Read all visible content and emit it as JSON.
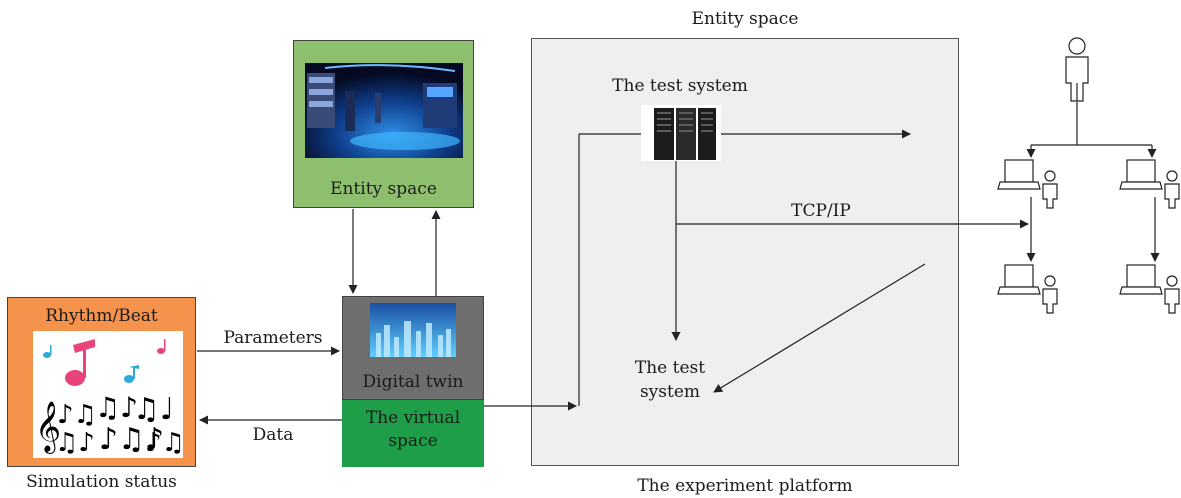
{
  "top_label": "Entity space",
  "bottom_label": "The experiment platform",
  "rhythm_box": {
    "title": "Rhythm/Beat",
    "caption": "Simulation status"
  },
  "entity_box": {
    "label": "Entity space"
  },
  "twin_box": {
    "label": "Digital twin",
    "virtual_label": "The virtual\nspace"
  },
  "platform": {
    "server_label": "The test system",
    "target_label": "The test\nsystem",
    "protocol_label": "TCP/IP"
  },
  "edges": {
    "parameters": "Parameters",
    "data": "Data"
  },
  "colors": {
    "orange": "#F5934D",
    "green": "#8DBF6E",
    "dark_green": "#1E9E48",
    "twin_gray": "#6E6E6E",
    "platform_gray": "#EFEFEF",
    "pink": "#E8447A",
    "cyan": "#2FA9D6"
  }
}
